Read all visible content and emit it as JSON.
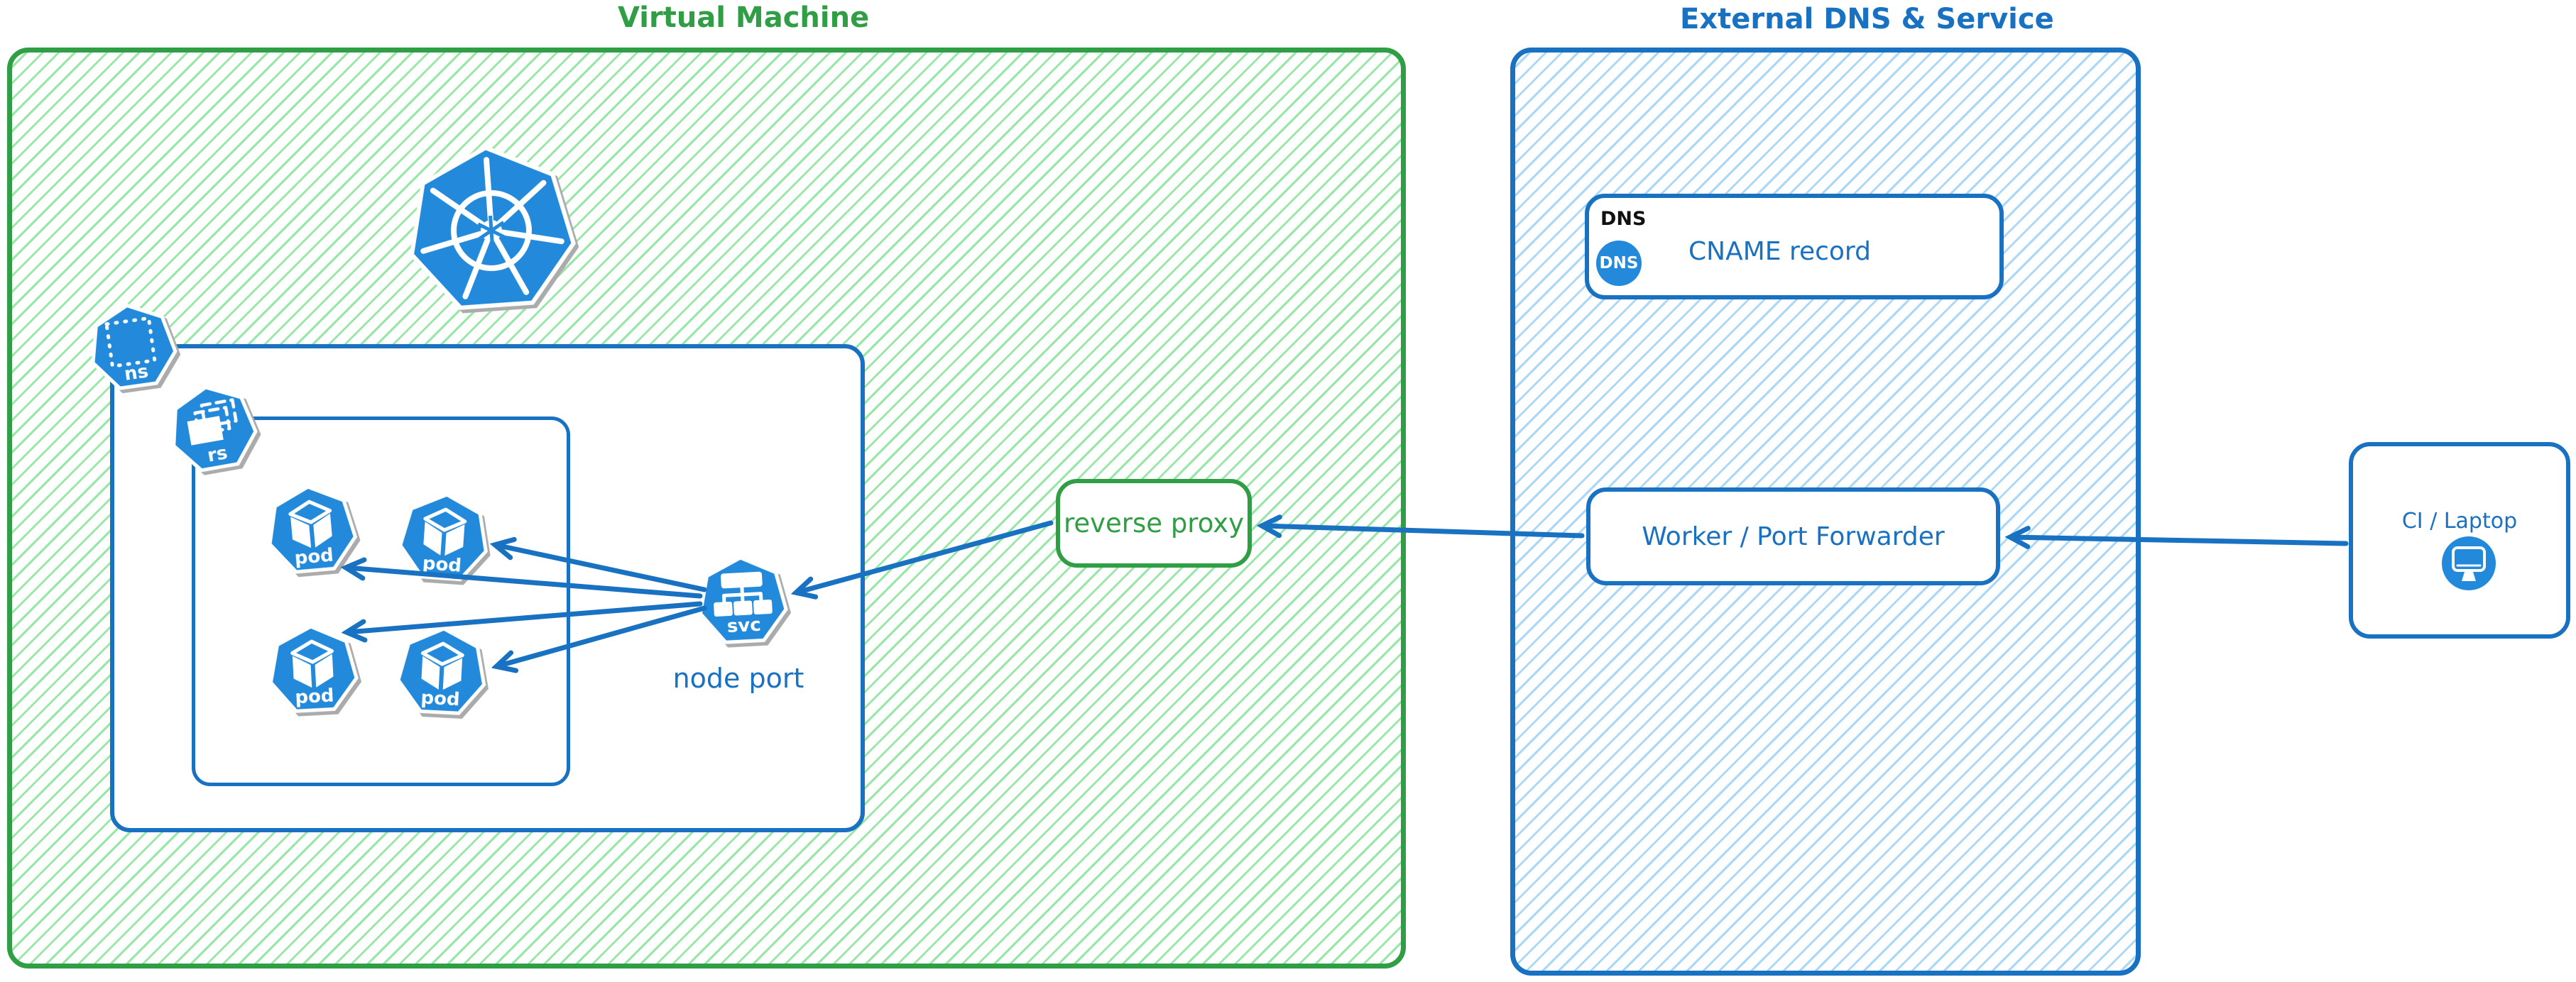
{
  "titles": {
    "vm": "Virtual Machine",
    "external": "External DNS & Service"
  },
  "nodes": {
    "reverse_proxy": "reverse proxy",
    "node_port": "node port",
    "worker": "Worker / Port Forwarder",
    "dns_tag": "DNS",
    "dns_icon": "DNS",
    "cname": "CNAME record",
    "ci": "CI / Laptop"
  },
  "k8s_icons": {
    "namespace": "ns",
    "replicaset": "rs",
    "pod": "pod",
    "service": "svc"
  },
  "colors": {
    "green_stroke": "#2f9e44",
    "green_hatch": "#97e7a7",
    "blue_stroke": "#1971c2",
    "blue_hatch": "#a9d8f8",
    "icon_blue": "#2389da",
    "icon_white": "#ffffff",
    "dns_tag_text": "#111111"
  }
}
